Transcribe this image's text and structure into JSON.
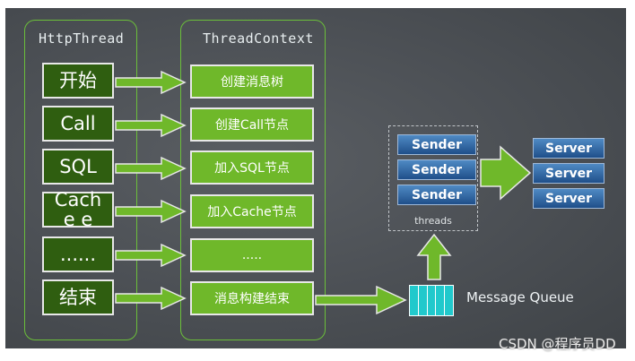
{
  "columns": {
    "left_title": "HttpThread",
    "right_title": "ThreadContext"
  },
  "rows": [
    {
      "left": "开始",
      "right": "创建消息树"
    },
    {
      "left": "Call",
      "right": "创建Call节点"
    },
    {
      "left": "SQL",
      "right": "加入SQL节点"
    },
    {
      "left": "Cache e",
      "right": "加入Cache节点"
    },
    {
      "left": "......",
      "right": "....."
    },
    {
      "left": "结束",
      "right": "消息构建结束"
    }
  ],
  "senders": [
    "Sender",
    "Sender",
    "Sender"
  ],
  "threads_label": "threads",
  "servers": [
    "Server",
    "Server",
    "Server"
  ],
  "queue_label": "Message Queue",
  "watermark": "CSDN @程序员DD",
  "colors": {
    "green": "#6fb82a",
    "dark_green": "#2f5e10",
    "blue": "#2a5f9e",
    "queue": "#21c9cc"
  }
}
